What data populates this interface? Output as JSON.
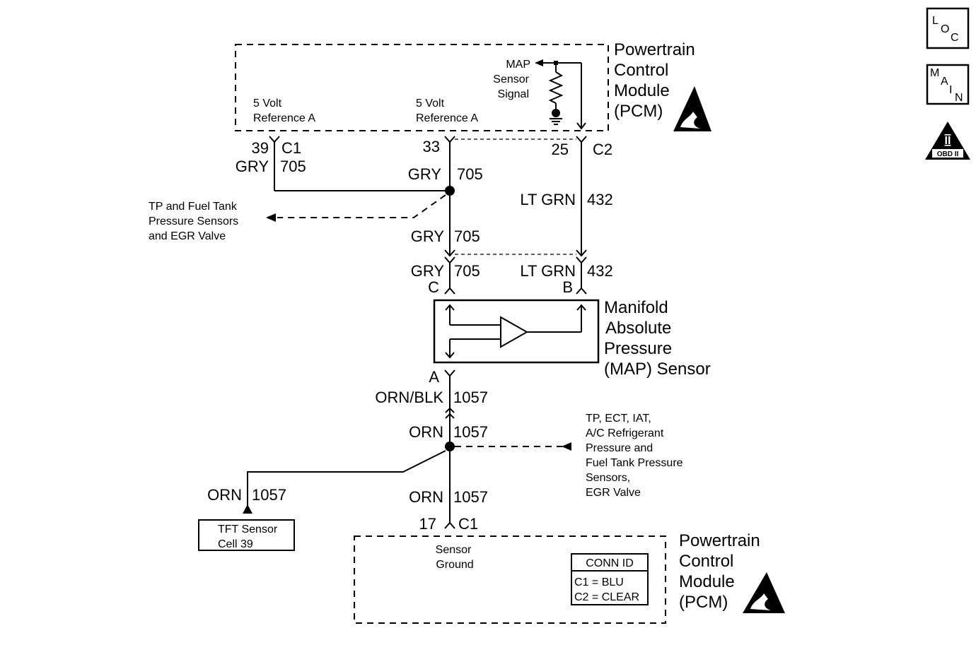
{
  "pcm_top": {
    "title_lines": [
      "Powertrain",
      "Control",
      "Module",
      "(PCM)"
    ],
    "ref_a_left": [
      "5 Volt",
      "Reference A"
    ],
    "ref_a_mid": [
      "5 Volt",
      "Reference A"
    ],
    "map_signal": [
      "MAP",
      "Sensor",
      "Signal"
    ]
  },
  "pins": {
    "p39": "39",
    "c1_top": "C1",
    "p33": "33",
    "p25": "25",
    "c2_top": "C2",
    "pC": "C",
    "pB": "B",
    "pA": "A",
    "p17": "17",
    "c1_bottom": "C1"
  },
  "wires": {
    "gry": "GRY",
    "n705": "705",
    "ltgrn": "LT GRN",
    "n432": "432",
    "ornblk": "ORN/BLK",
    "orn": "ORN",
    "n1057": "1057"
  },
  "splices": {
    "tp_fuel": [
      "TP and Fuel Tank",
      "Pressure Sensors",
      "and EGR Valve"
    ],
    "sensors_list": [
      "TP, ECT, IAT,",
      "A/C Refrigerant",
      "Pressure and",
      "Fuel Tank Pressure",
      "Sensors,",
      "EGR Valve"
    ],
    "tft": [
      "TFT Sensor",
      "Cell 39"
    ]
  },
  "map_sensor": {
    "title_lines": [
      "Manifold",
      "Absolute",
      "Pressure",
      "(MAP) Sensor"
    ]
  },
  "pcm_bottom": {
    "title_lines": [
      "Powertrain",
      "Control",
      "Module",
      "(PCM)"
    ],
    "sensor_ground": [
      "Sensor",
      "Ground"
    ],
    "conn_id": {
      "header": "CONN ID",
      "lines": [
        "C1 = BLU",
        "C2 = CLEAR"
      ]
    }
  },
  "side_icons": {
    "loc": [
      "L",
      "O",
      "C"
    ],
    "main": [
      "M",
      "A",
      "I",
      "N"
    ],
    "obd": {
      "numeral": "II",
      "label": "OBD II"
    }
  }
}
